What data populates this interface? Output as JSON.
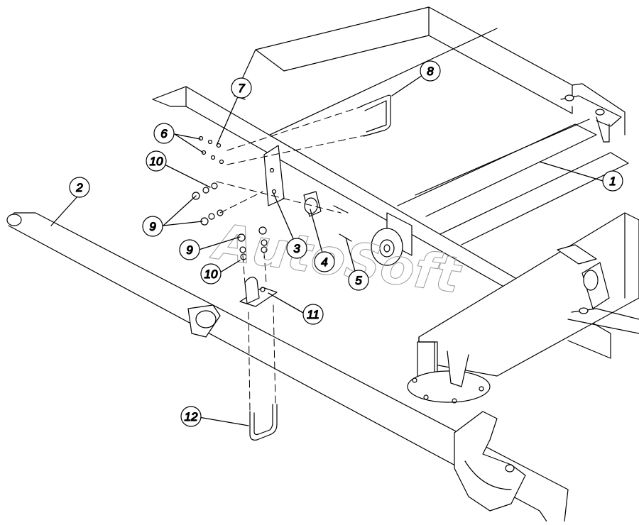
{
  "watermark": "AutoSoft",
  "callouts": [
    {
      "id": "c1",
      "label": "1"
    },
    {
      "id": "c2",
      "label": "2"
    },
    {
      "id": "c3",
      "label": "3"
    },
    {
      "id": "c4",
      "label": "4"
    },
    {
      "id": "c5",
      "label": "5"
    },
    {
      "id": "c6",
      "label": "6"
    },
    {
      "id": "c7",
      "label": "7"
    },
    {
      "id": "c8",
      "label": "8"
    },
    {
      "id": "c9a",
      "label": "9"
    },
    {
      "id": "c9b",
      "label": "9"
    },
    {
      "id": "c10a",
      "label": "10"
    },
    {
      "id": "c10b",
      "label": "10"
    },
    {
      "id": "c11",
      "label": "11"
    },
    {
      "id": "c12",
      "label": "12"
    }
  ]
}
